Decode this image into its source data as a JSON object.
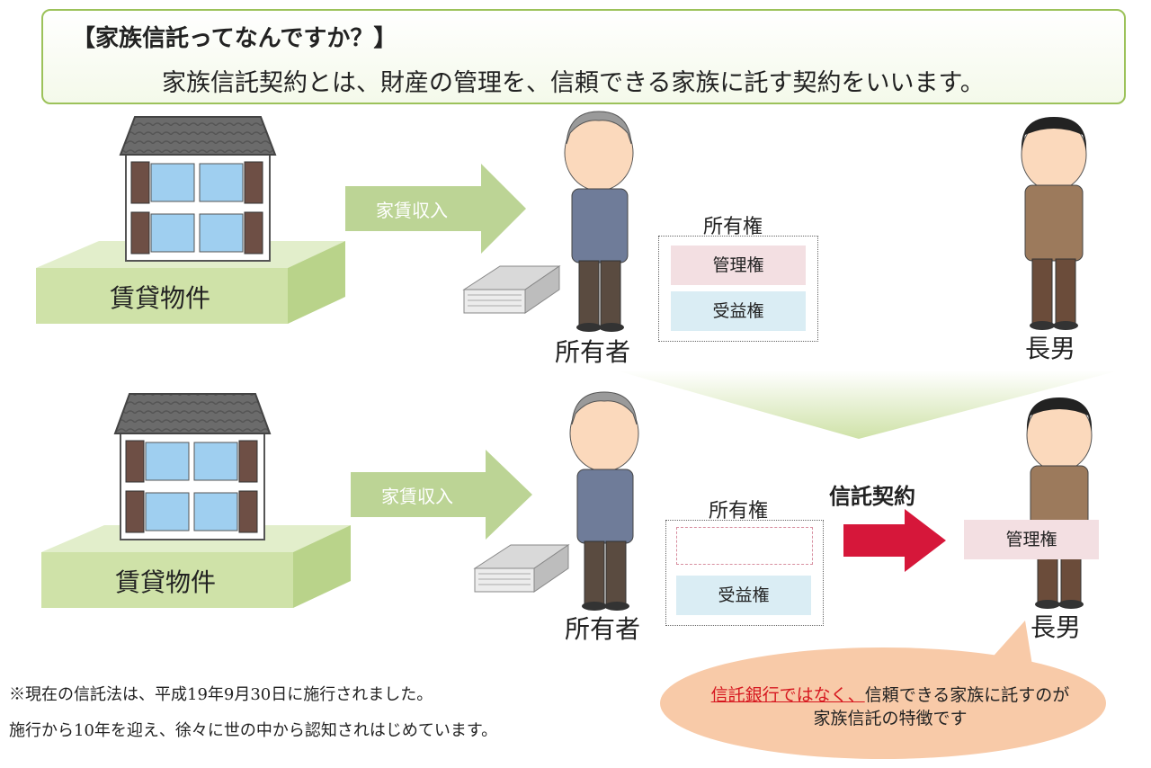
{
  "header": {
    "title": "【家族信託ってなんですか？】",
    "description": "家族信託契約とは、財産の管理を、信頼できる家族に託す契約をいいます。"
  },
  "top": {
    "property_label": "賃貸物件",
    "rent_label": "家賃収入",
    "owner_label": "所有者",
    "rights_title": "所有権",
    "management_right": "管理権",
    "beneficial_right": "受益権",
    "son_label": "長男"
  },
  "bottom": {
    "property_label": "賃貸物件",
    "rent_label": "家賃収入",
    "owner_label": "所有者",
    "rights_title": "所有権",
    "beneficial_right": "受益権",
    "contract_label": "信託契約",
    "son_management_right": "管理権",
    "son_label": "長男"
  },
  "notes": {
    "line1": "※現在の信託法は、平成19年9月30日に施行されました。",
    "line2": "施行から10年を迎え、徐々に世の中から認知されはじめています。"
  },
  "bubble": {
    "highlight": "信託銀行ではなく、",
    "rest_line1": "信頼できる家族に託すのが",
    "line2": "家族信託の特徴です"
  },
  "colors": {
    "header_border": "#9cc25a",
    "slab": "#cfe2a8",
    "rent_arrow": "#bcd495",
    "contract_arrow": "#d6173a",
    "management": "#f3dfe2",
    "beneficial": "#daedf4",
    "bubble": "#f8caa8",
    "highlight": "#d6171f"
  },
  "icons": [
    "house-icon",
    "money-stack-icon",
    "elderly-man-icon",
    "son-icon",
    "arrow-right-icon",
    "speech-bubble-icon"
  ]
}
